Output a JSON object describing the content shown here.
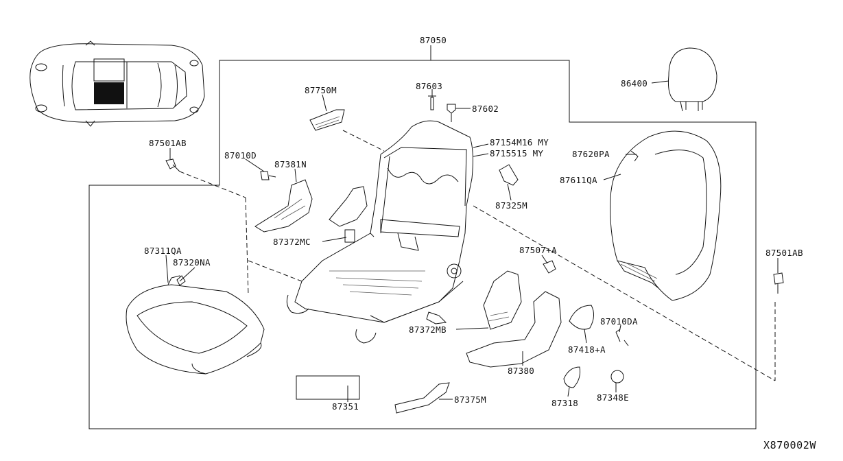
{
  "diagram": {
    "drawing_number": "X870002W",
    "callouts": {
      "p87050": "87050",
      "p86400": "86400",
      "p87750M": "87750M",
      "p87603": "87603",
      "p87602": "87602",
      "p87154M": "87154M16 MY",
      "p87155": "8715515 MY",
      "p87620PA": "87620PA",
      "p87611QA": "87611QA",
      "p87501AB_left": "87501AB",
      "p87010D": "87010D",
      "p87381N": "87381N",
      "p87325M": "87325M",
      "p87372MC": "87372MC",
      "p87311QA": "87311QA",
      "p87320NA": "87320NA",
      "p87507A": "87507+A",
      "p87501AB_right": "87501AB",
      "p87010DA": "87010DA",
      "p87372MB": "87372MB",
      "p87418A": "87418+A",
      "p87380": "87380",
      "p87351": "87351",
      "p87375M": "87375M",
      "p87318": "87318",
      "p87348E": "87348E"
    }
  }
}
